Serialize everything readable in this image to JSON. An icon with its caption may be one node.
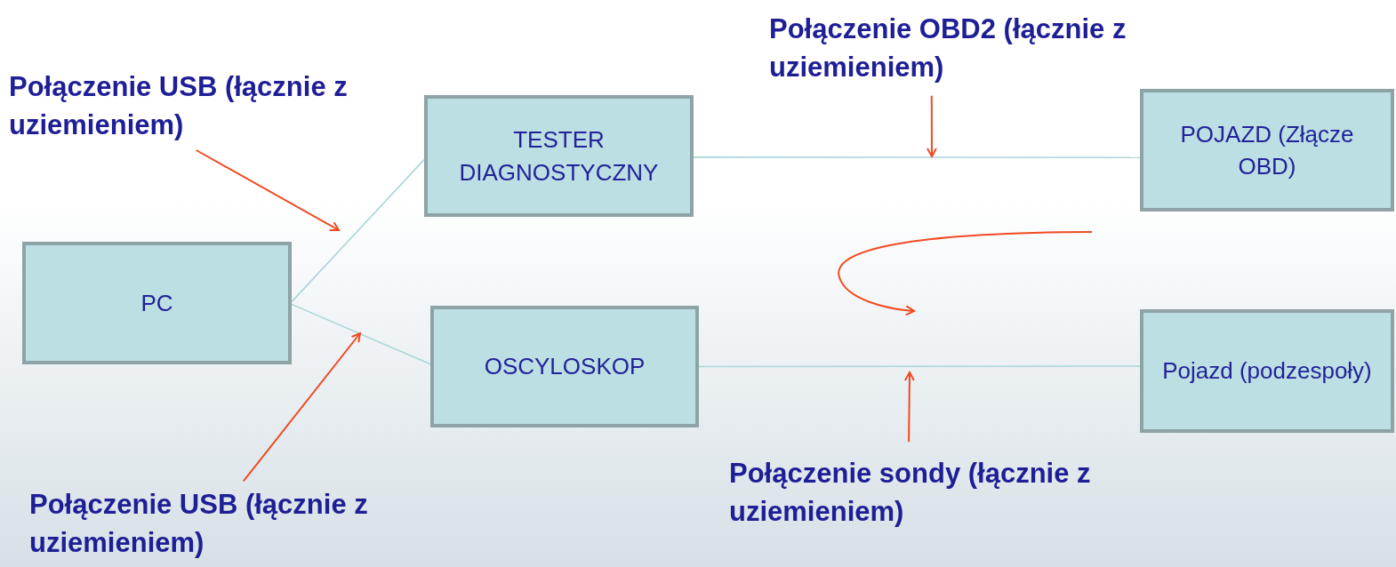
{
  "diagram": {
    "nodes": [
      {
        "text": [
          "Połączenie OBD2 (łącznie z uziemieniem)"
        ]
      },
      {
        "text": [
          "Połączenie USB (łącznie z uziemieniem)"
        ]
      },
      {
        "text": [
          "TESTER DIAGNOSTYCZNY"
        ]
      },
      {
        "text": [
          "POJAZD (Złącze OBD)"
        ]
      },
      {
        "text": [
          "PC"
        ]
      },
      {
        "text": [
          "OSCYLOSKOP"
        ]
      },
      {
        "text": [
          "Pojazd (podzespoły)"
        ]
      },
      {
        "text": [
          "Połączenie sondy (łącznie z uziemieniem)"
        ]
      },
      {
        "text": [
          "Połączenie USB (łącznie z uziemieniem)"
        ]
      }
    ],
    "edges": [
      {
        "from": 4,
        "to": 2,
        "arrow": "none"
      },
      {
        "from": 4,
        "to": 5,
        "arrow": "none"
      },
      {
        "from": 2,
        "to": 3,
        "arrow": "none"
      },
      {
        "from": 5,
        "to": 6,
        "arrow": "none"
      },
      {
        "from": 0,
        "to": null,
        "arrow": "to",
        "color": "#f04a22"
      },
      {
        "from": 1,
        "to": null,
        "arrow": "to",
        "color": "#f04a22"
      },
      {
        "from": 8,
        "to": null,
        "arrow": "to",
        "color": "#f04a22"
      },
      {
        "from": 7,
        "to": null,
        "arrow": "to",
        "color": "#f04a22"
      }
    ]
  }
}
